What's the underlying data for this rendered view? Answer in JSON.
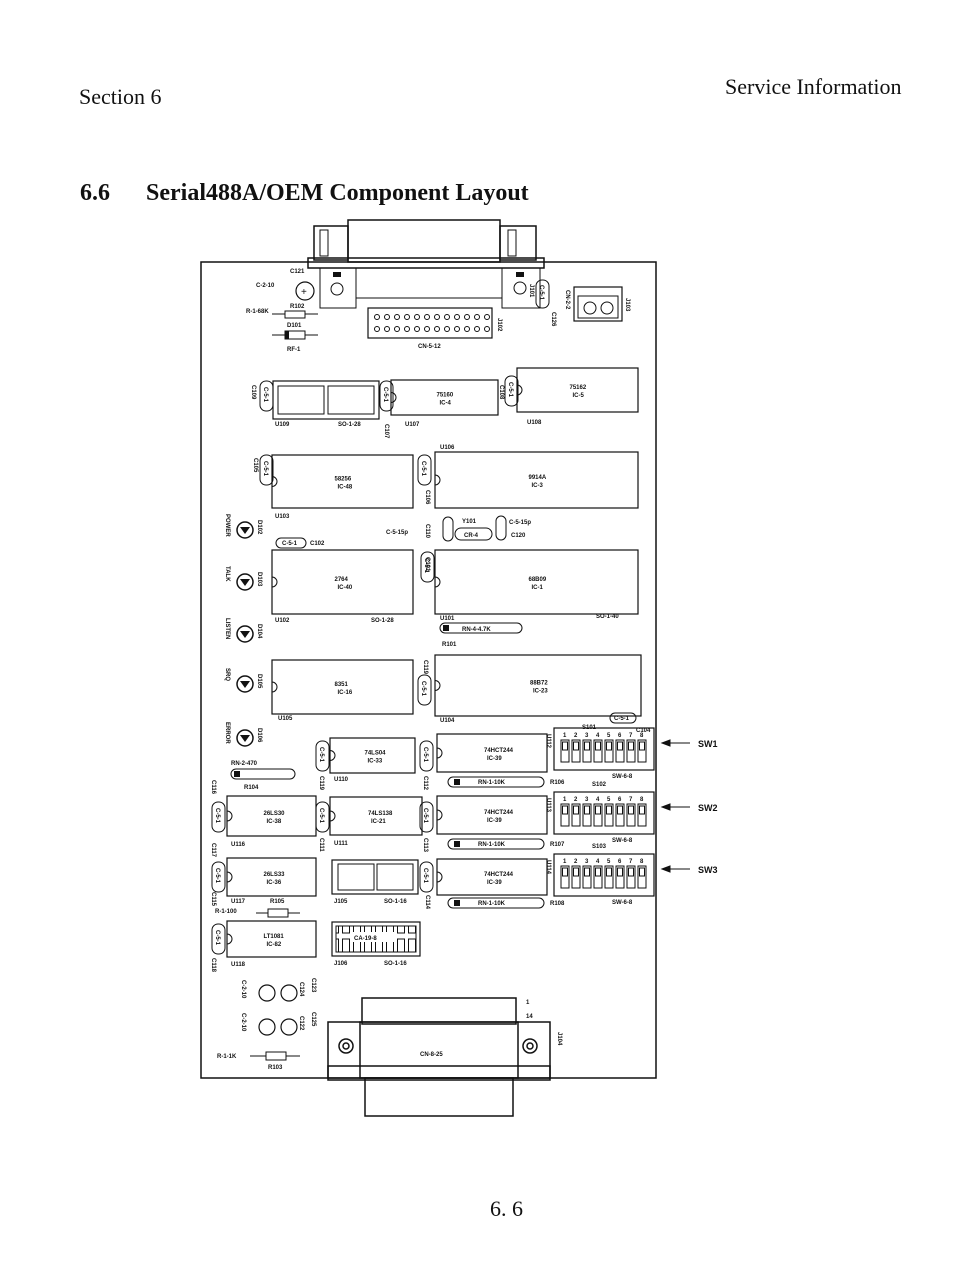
{
  "header": {
    "left": "Section 6",
    "right": "Service Information"
  },
  "title": {
    "number": "6.6",
    "text": "Serial488A/OEM Component Layout"
  },
  "footer": {
    "page": "6. 6"
  },
  "top": {
    "c121": "C121",
    "c210": "C-2-10",
    "r102": "R102",
    "r168k": "R-1-68K",
    "d101": "D101",
    "rf1": "RF-1",
    "j102": "J102",
    "cn512": "CN-5-12",
    "j101": "J101",
    "c126": "C126",
    "cn22": "CN-2-2",
    "j103": "J103"
  },
  "chips": [
    {
      "part": "75160",
      "ic": "IC-4"
    },
    {
      "part": "75162",
      "ic": "IC-5"
    },
    {
      "part": "58256",
      "ic": "IC-48"
    },
    {
      "part": "9914A",
      "ic": "IC-3"
    },
    {
      "part": "2764",
      "ic": "IC-40"
    },
    {
      "part": "68B09",
      "ic": "IC-1"
    },
    {
      "part": "8351",
      "ic": "IC-16"
    },
    {
      "part": "88B72",
      "ic": "IC-23"
    },
    {
      "part": "74LS04",
      "ic": "IC-33"
    },
    {
      "part": "74HCT244",
      "ic": "IC-39"
    },
    {
      "part": "26LS30",
      "ic": "IC-38"
    },
    {
      "part": "74LS138",
      "ic": "IC-21"
    },
    {
      "part": "74HCT244",
      "ic": "IC-39"
    },
    {
      "part": "26LS33",
      "ic": "IC-36"
    },
    {
      "part": "74HCT244",
      "ic": "IC-39"
    },
    {
      "part": "LT1081",
      "ic": "IC-82"
    }
  ],
  "labels": {
    "u109": "U109",
    "so128": "SO-1-28",
    "c107": "C107",
    "u107": "U107",
    "u108": "U108",
    "u106": "U106",
    "u103": "U103",
    "c106": "C106",
    "c108": "C108",
    "c109": "C109",
    "c515p": "C-5-15p",
    "y101": "Y101",
    "cr4": "CR-4",
    "c515p2": "C-5-15p",
    "c120": "C120",
    "c110": "C110",
    "c101": "C101",
    "c102": "C102",
    "c51": "C-5-1",
    "u102": "U102",
    "so128b": "SO-1-28",
    "u101": "U101",
    "so140": "SO-1-40",
    "rn447k": "RN-4-4.7K",
    "r101": "R101",
    "c105": "C105",
    "u105": "U105",
    "u104": "U104",
    "s101": "S101",
    "c104": "C104",
    "rn2470": "RN-2-470",
    "r104": "R104",
    "u110": "U110",
    "c119": "C119",
    "c112": "C112",
    "rn110k": "RN-1-10K",
    "r106": "R106",
    "u112": "U112",
    "sw68": "SW-6-8",
    "s102": "S102",
    "u116": "U116",
    "u111": "U111",
    "c111": "C111",
    "c113": "C113",
    "r107": "R107",
    "u113": "U113",
    "s103": "S103",
    "u117": "U117",
    "r105": "R105",
    "r1100": "R-1-100",
    "j105": "J105",
    "so116": "SO-1-16",
    "c114": "C114",
    "r108": "R108",
    "u114": "U114",
    "u118": "U118",
    "c115": "C115",
    "c116": "C116",
    "c117": "C117",
    "c118": "C118",
    "ca198": "CA-19-8",
    "j106": "J106",
    "so116b": "SO-1-16",
    "c124": "C124",
    "c123": "C123",
    "c125": "C125",
    "c122": "C122",
    "c210": "C-2-10",
    "r11k": "R-1-1K",
    "r103": "R103",
    "d102": "D102",
    "d103": "D103",
    "d104": "D104",
    "d105": "D105",
    "d106": "D106",
    "power": "POWER",
    "talk": "TALK",
    "listen": "LISTEN",
    "srq": "SRQ",
    "error": "ERROR",
    "pin1": "1",
    "pin14": "14",
    "cn825": "CN-8-25",
    "j104": "J104",
    "sw1": "SW1",
    "sw2": "SW2",
    "sw3": "SW3",
    "switch_numbers": [
      "1",
      "2",
      "3",
      "4",
      "5",
      "6",
      "7",
      "8"
    ]
  }
}
